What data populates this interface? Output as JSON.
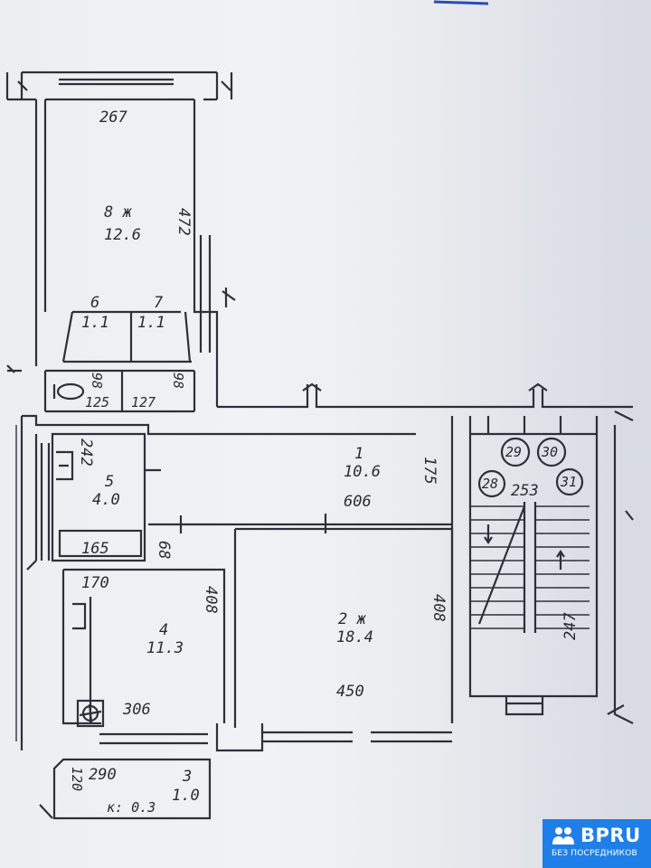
{
  "rooms": {
    "room8": {
      "number": "8 ж",
      "area": "12.6",
      "width": "267",
      "length": "472"
    },
    "room6": {
      "number": "6",
      "area": "1.1"
    },
    "room7": {
      "number": "7",
      "area": "1.1"
    },
    "wc": {
      "w1": "125",
      "w2": "127",
      "h1": "98",
      "h2": "98"
    },
    "room5": {
      "number": "5",
      "area": "4.0",
      "height": "242",
      "width": "165"
    },
    "room1": {
      "number": "1",
      "area": "10.6",
      "length": "606",
      "width": "175"
    },
    "room4": {
      "number": "4",
      "area": "11.3",
      "width": "170",
      "height": "408",
      "bottom": "306",
      "side": "68"
    },
    "room2": {
      "number": "2 ж",
      "area": "18.4",
      "height": "408",
      "width": "450"
    },
    "room3": {
      "number": "3",
      "area": "1.0",
      "width": "290",
      "depth": "120",
      "k_label": "к: 0.3"
    }
  },
  "stair": {
    "cells": [
      "29",
      "30",
      "28",
      "31"
    ],
    "width": "253",
    "depth": "247"
  },
  "badge": {
    "brand": "BPRU",
    "tagline": "БЕЗ ПОСРЕДНИКОВ"
  }
}
